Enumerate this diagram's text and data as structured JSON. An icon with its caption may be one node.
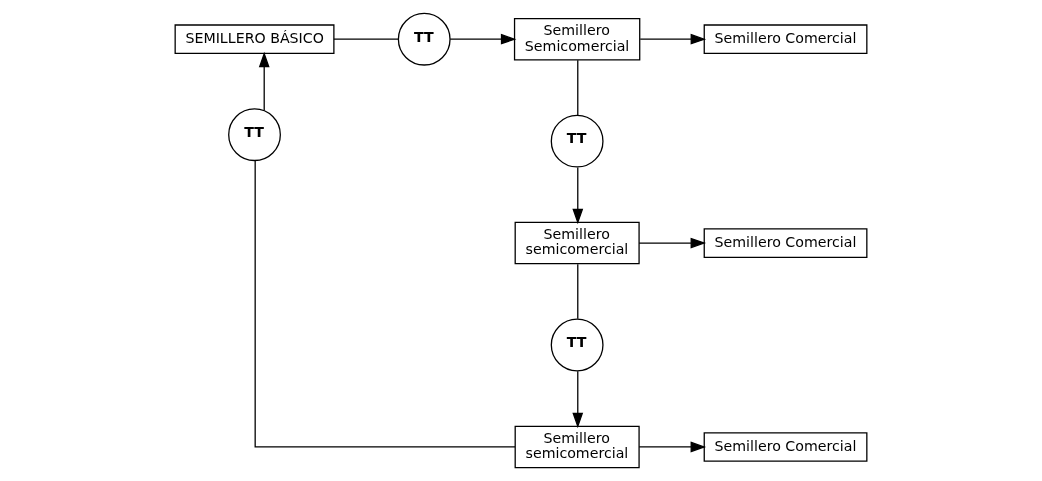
{
  "diagram": {
    "nodes": [
      {
        "text": [
          "SEMILLERO BÁSICO"
        ]
      },
      {
        "text": [
          "TT"
        ]
      },
      {
        "text": [
          "Semillero Semicomercial"
        ]
      },
      {
        "text": [
          "Semillero Comercial"
        ]
      },
      {
        "text": [
          "TT"
        ]
      },
      {
        "text": [
          "Semillero semicomercial"
        ]
      },
      {
        "text": [
          "Semillero Comercial"
        ]
      },
      {
        "text": [
          "TT"
        ]
      },
      {
        "text": [
          "TT"
        ]
      },
      {
        "text": [
          "Semillero semicomercial"
        ]
      },
      {
        "text": [
          "Semillero Comercial"
        ]
      }
    ],
    "edges": [
      {
        "from": 0,
        "to": 1,
        "arrow": "none"
      },
      {
        "from": 1,
        "to": 2,
        "arrow": "to"
      },
      {
        "from": 2,
        "to": 3,
        "arrow": "to"
      },
      {
        "from": 2,
        "to": 4,
        "arrow": "none"
      },
      {
        "from": 4,
        "to": 5,
        "arrow": "to"
      },
      {
        "from": 5,
        "to": 6,
        "arrow": "to"
      },
      {
        "from": 5,
        "to": 7,
        "arrow": "none"
      },
      {
        "from": 7,
        "to": 9,
        "arrow": "to"
      },
      {
        "from": 9,
        "to": 10,
        "arrow": "to"
      },
      {
        "from": 9,
        "to": 8,
        "arrow": "none"
      },
      {
        "from": 8,
        "to": 0,
        "arrow": "to"
      }
    ]
  }
}
